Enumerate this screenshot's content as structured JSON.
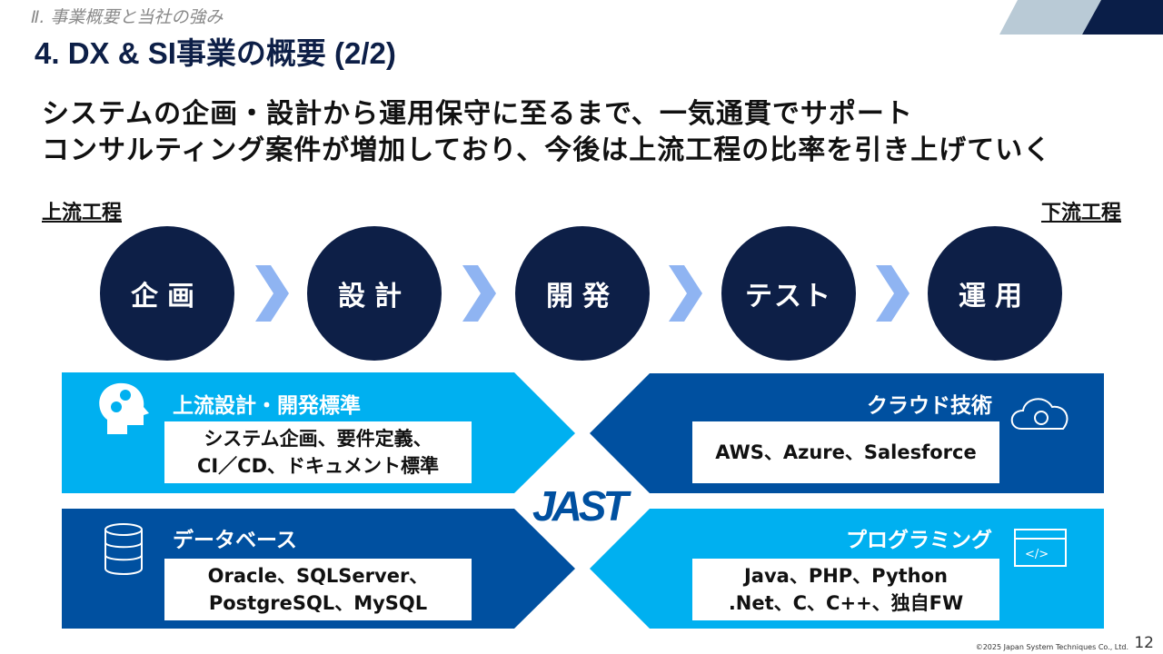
{
  "header": {
    "section": "Ⅱ. 事業概要と当社の強み",
    "title": "4. DX & SI事業の概要 (2/2)"
  },
  "lead": [
    "システムの企画・設計から運用保守に至るまで、一気通貫でサポート",
    "コンサルティング案件が増加しており、今後は上流工程の比率を引き上げていく"
  ],
  "flow": {
    "upstream": "上流工程",
    "downstream": "下流工程",
    "steps": [
      "企画",
      "設計",
      "開発",
      "テスト",
      "運用"
    ]
  },
  "panels": [
    {
      "title": "上流設計・開発標準",
      "lines": [
        "システム企画、要件定義、",
        "CI／CD、ドキュメント標準"
      ],
      "icon": "head-gears-icon"
    },
    {
      "title": "クラウド技術",
      "lines": [
        "AWS、Azure、Salesforce"
      ],
      "icon": "cloud-sync-icon"
    },
    {
      "title": "データベース",
      "lines": [
        "Oracle、SQLServer、",
        "PostgreSQL、MySQL"
      ],
      "icon": "database-icon"
    },
    {
      "title": "プログラミング",
      "lines": [
        "Java、PHP、Python",
        ".Net、C、C++、独自FW"
      ],
      "icon": "code-window-icon"
    }
  ],
  "logo": "JAST",
  "footer": {
    "copyright": "©2025 Japan System Techniques Co., Ltd.",
    "page": "12"
  },
  "colors": {
    "navy": "#0d1f47",
    "light": "#00b0f0",
    "dark": "#0050a0",
    "chevron": "#8fb4f2",
    "grey": "#b9cad6"
  }
}
